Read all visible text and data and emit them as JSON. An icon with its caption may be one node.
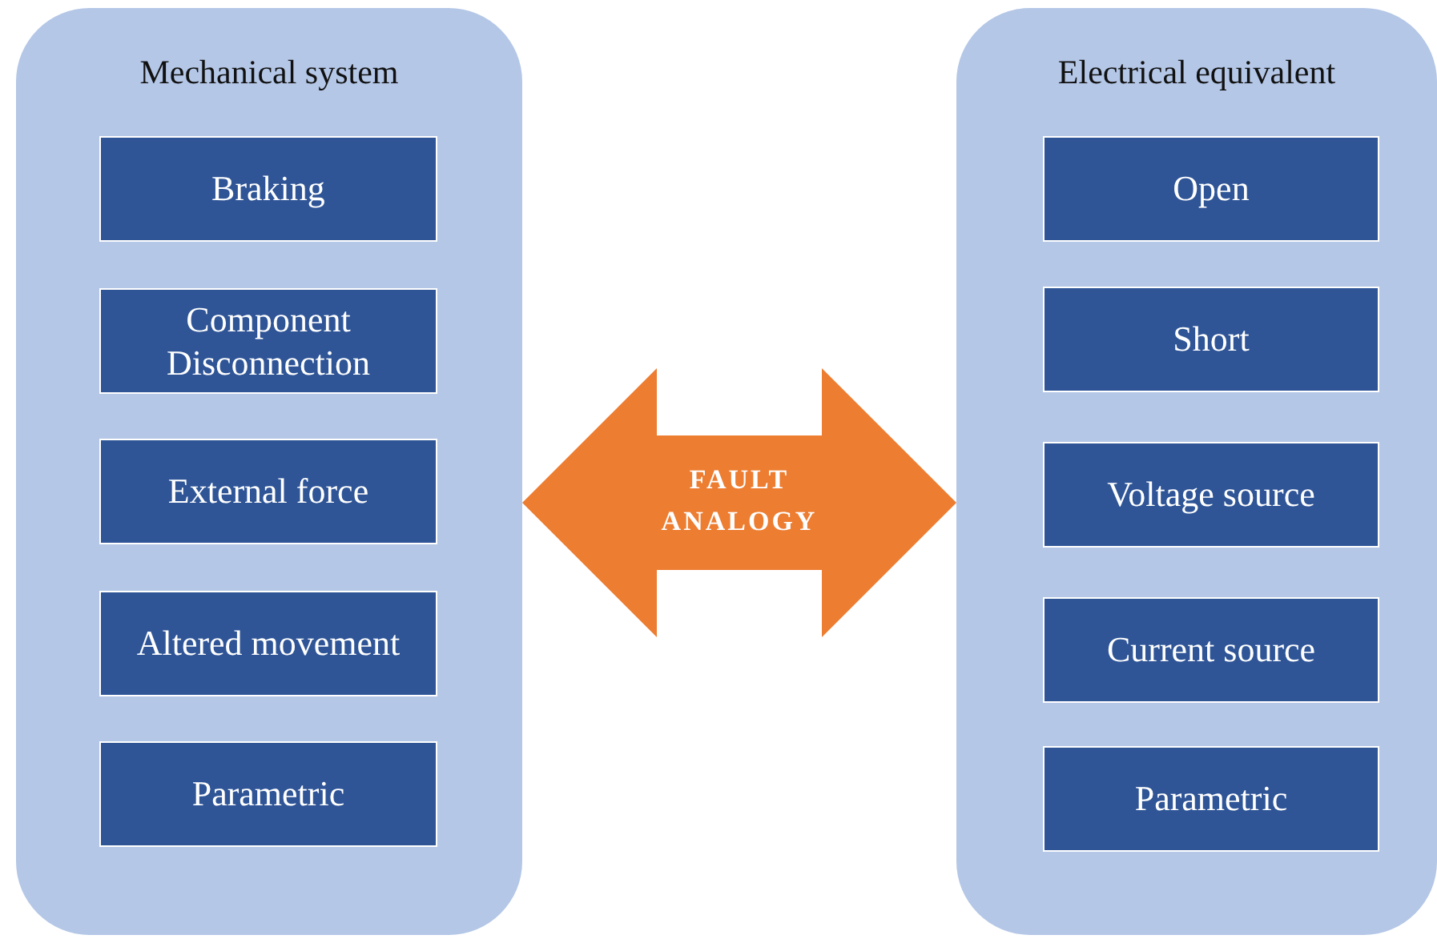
{
  "diagram": {
    "nodes": [
      {
        "text": [
          "Mechanical system"
        ]
      },
      {
        "text": [
          "Braking"
        ],
        "in": 0
      },
      {
        "text": [
          "Component Disconnection"
        ],
        "in": 0
      },
      {
        "text": [
          "External force"
        ],
        "in": 0
      },
      {
        "text": [
          "Altered movement"
        ],
        "in": 0
      },
      {
        "text": [
          "Parametric"
        ],
        "in": 0
      },
      {
        "text": [
          "Electrical equivalent"
        ]
      },
      {
        "text": [
          "Open"
        ],
        "in": 6
      },
      {
        "text": [
          "Short"
        ],
        "in": 6
      },
      {
        "text": [
          "Voltage source"
        ],
        "in": 6
      },
      {
        "text": [
          "Current source"
        ],
        "in": 6
      },
      {
        "text": [
          "Parametric"
        ],
        "in": 6
      }
    ],
    "edges": [
      {
        "from": 0,
        "to": 6,
        "arrow": "both",
        "label": "FAULT ANALOGY",
        "style": "thick",
        "color": "#ed7d31"
      }
    ]
  }
}
